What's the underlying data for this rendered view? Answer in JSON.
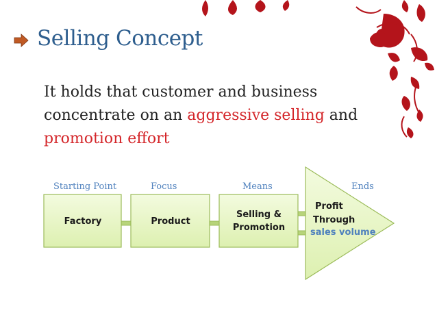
{
  "slide": {
    "title": "Selling Concept",
    "body": {
      "part1": "It holds that customer and business concentrate on an ",
      "highlight1": "aggressive selling",
      "part2": " and ",
      "highlight2": "promotion effort"
    },
    "accent_color": "#d4262a",
    "title_color": "#2e5e8e"
  },
  "diagram": {
    "stages": [
      {
        "label": "Starting Point",
        "box": "Factory"
      },
      {
        "label": "Focus",
        "box": "Product"
      },
      {
        "label": "Means",
        "box_line1": "Selling &",
        "box_line2": "Promotion"
      },
      {
        "label": "Ends",
        "box_line1": "Profit",
        "box_line2": "Through",
        "box_line3": "sales volume"
      }
    ],
    "box_fill": "#e9f7c4",
    "box_stroke": "#9bbb59",
    "label_color": "#4f81bd"
  }
}
